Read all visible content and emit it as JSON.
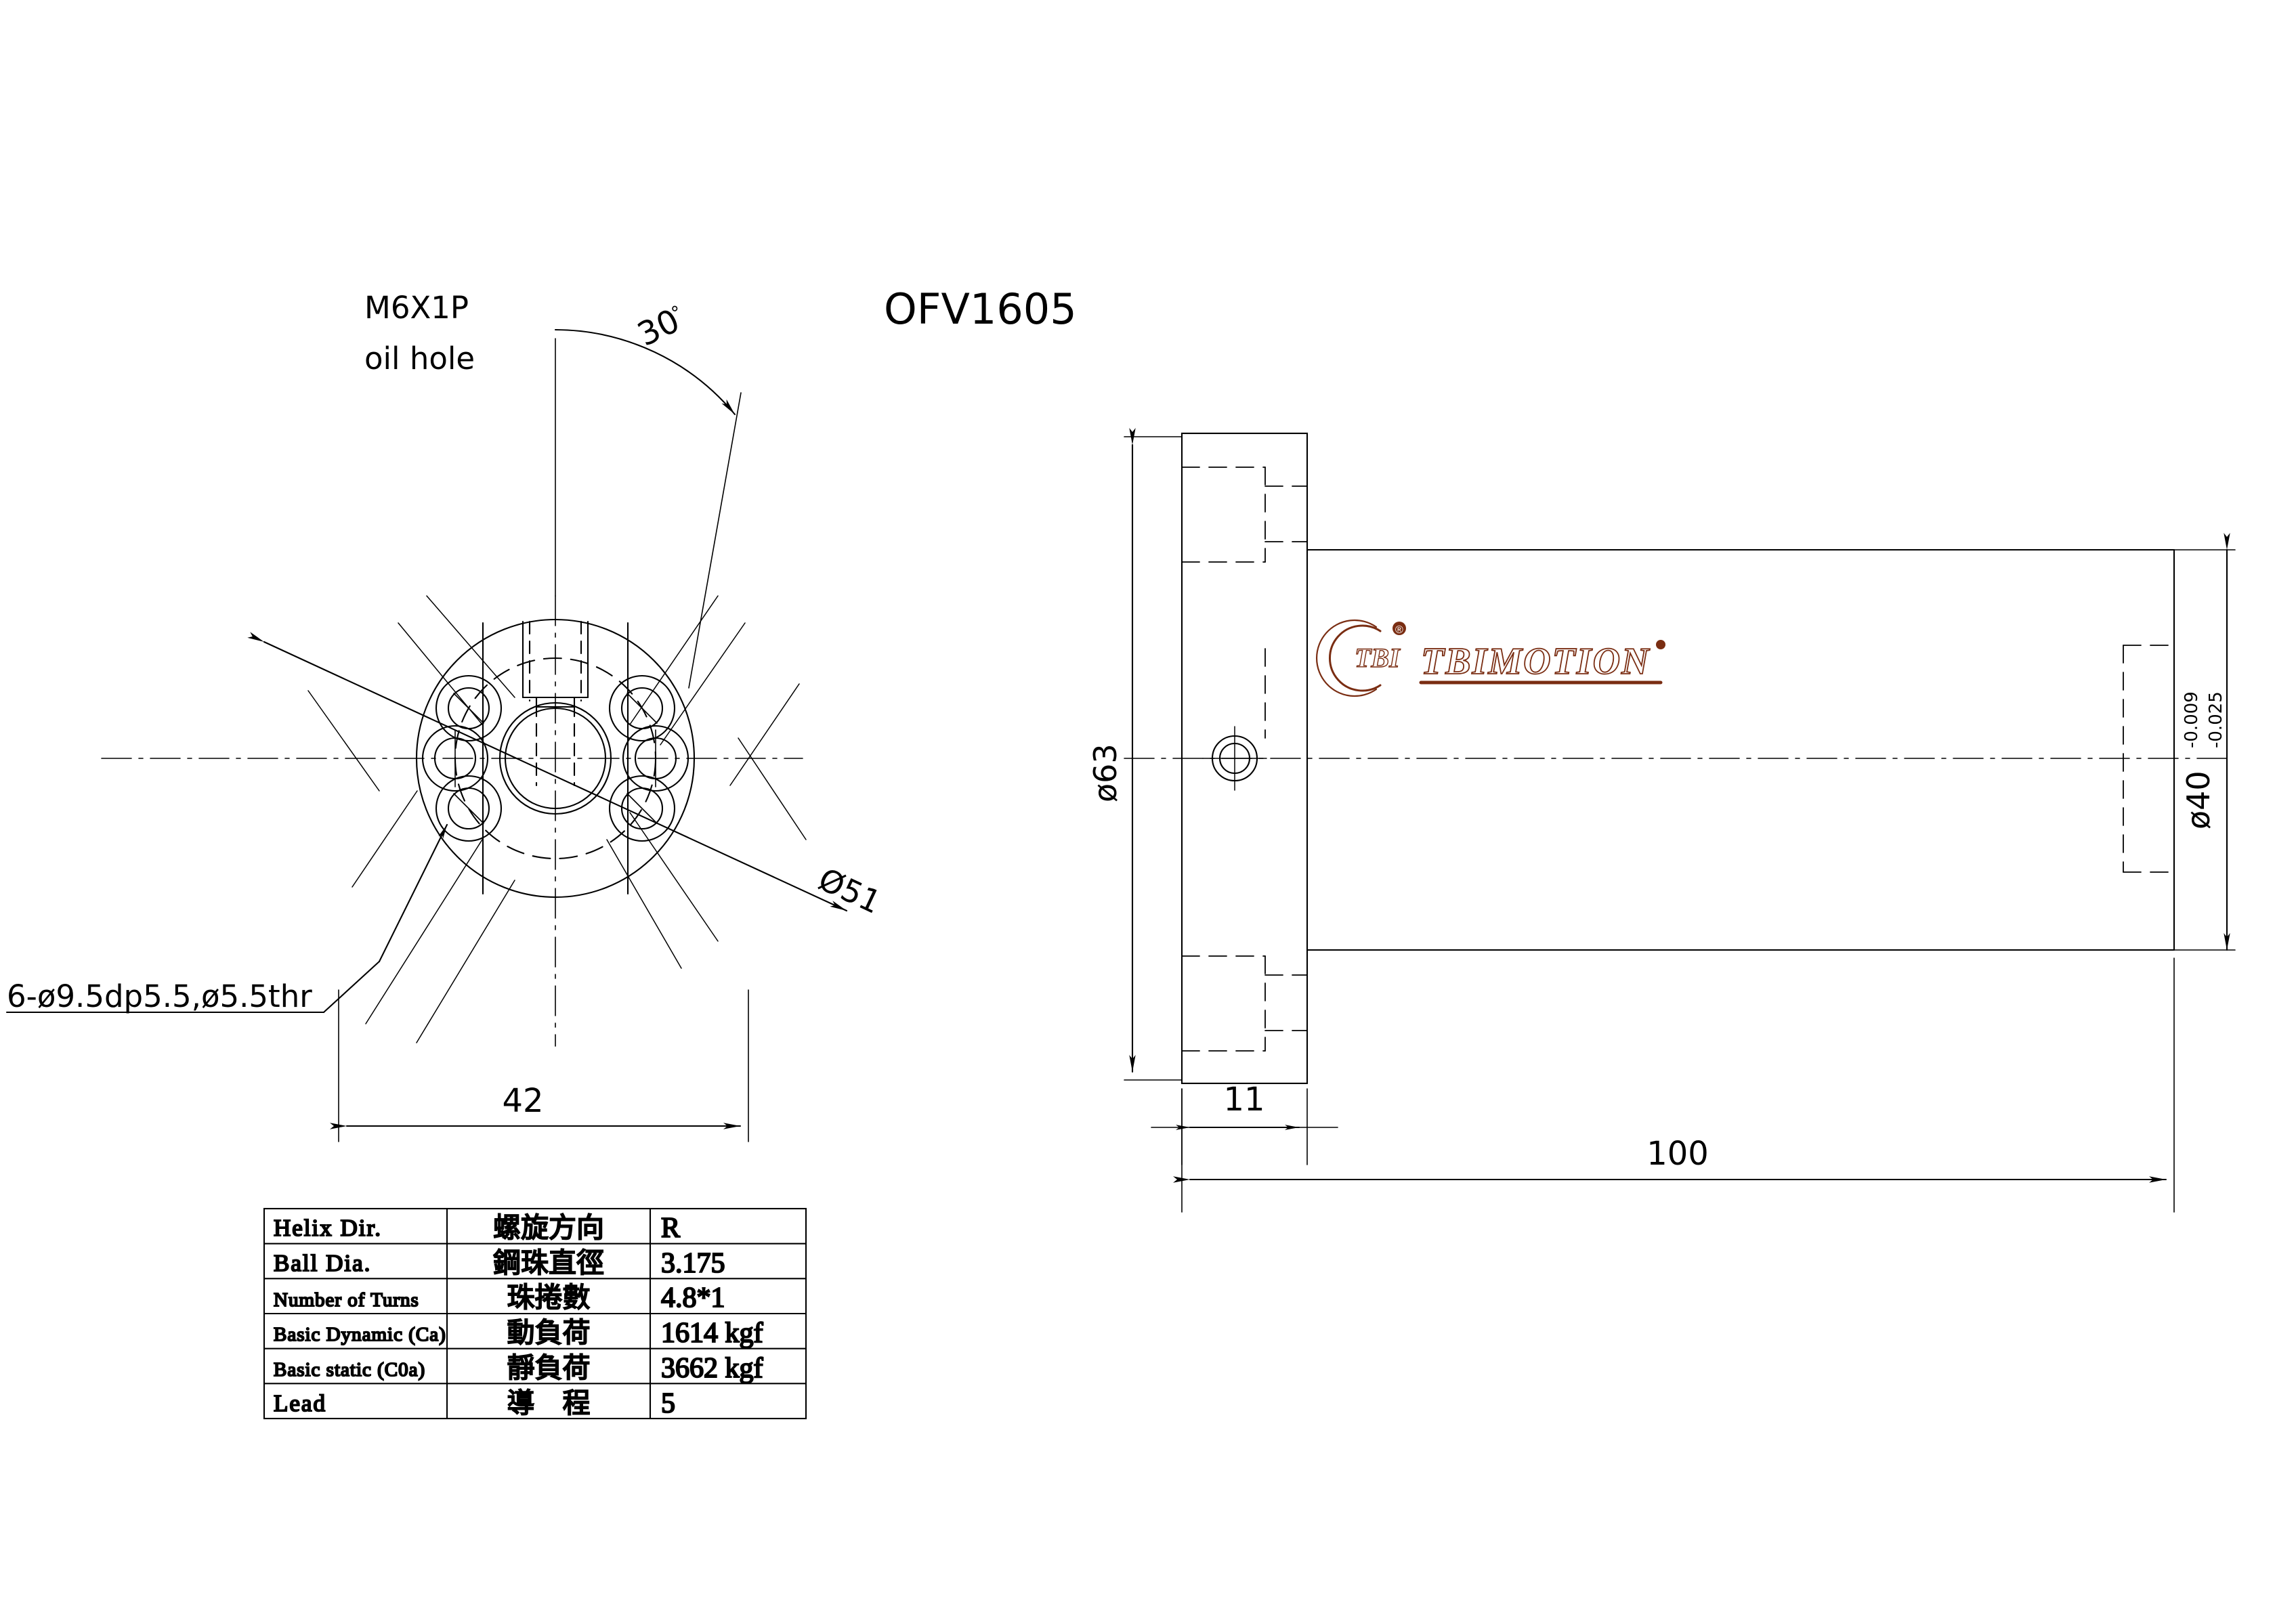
{
  "drawing": {
    "title": "OFV1605",
    "type": "ball-screw-nut-technical-drawing",
    "line_color": "#000000",
    "logo_color": "#7a2d12"
  },
  "front_view": {
    "name": "flange-front-view",
    "callouts": {
      "oil_hole_line1": "M6X1P",
      "oil_hole_line2": "oil hole",
      "bolt_holes": "6-ø9.5dp5.5,ø5.5thr",
      "angle": "30",
      "angle_symbol": "°",
      "bolt_circle_dia": "Ø51",
      "bore_width": "42"
    }
  },
  "side_view": {
    "name": "nut-side-section-view",
    "dimensions": {
      "flange_dia": "ø63",
      "flange_thickness": "11",
      "total_length": "100",
      "shaft_dia": "ø40",
      "shaft_tol_upper": "-0.009",
      "shaft_tol_lower": "-0.025"
    },
    "logo": {
      "mark_text": "TBI",
      "registered": "®",
      "wordmark": "TBIMOTION",
      "dot": "•"
    }
  },
  "spec_table": {
    "name": "specification-table",
    "rows": [
      {
        "en": "Helix  Dir.",
        "zh": "螺旋方向",
        "value": "R",
        "en_size": "small"
      },
      {
        "en": "Ball Dia.",
        "zh": "鋼珠直徑",
        "value": "3.175",
        "en_size": "small"
      },
      {
        "en": "Number of Turns",
        "zh": "珠捲數",
        "value": "4.8*1",
        "en_size": "tiny"
      },
      {
        "en": "Basic Dynamic (Ca)",
        "zh": "動負荷",
        "value": "1614 kgf",
        "en_size": "tiny"
      },
      {
        "en": "Basic static (C0a)",
        "zh": "靜負荷",
        "value": "3662 kgf",
        "en_size": "tiny"
      },
      {
        "en": "Lead",
        "zh": "導　程",
        "value": "5",
        "en_size": "small"
      }
    ]
  }
}
